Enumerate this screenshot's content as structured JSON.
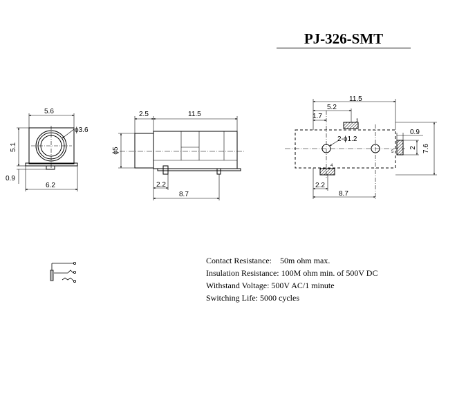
{
  "title": "PJ-326-SMT",
  "front_view": {
    "width_top": "5.6",
    "hole": "ϕ3.6",
    "height": "5.1",
    "foot": "0.9",
    "width_bottom": "6.2"
  },
  "side_view": {
    "front_len": "2.5",
    "body_len": "11.5",
    "diameter": "ϕ5",
    "pin_offset": "2.2",
    "pin_pitch": "8.7"
  },
  "footprint": {
    "total_len": "11.5",
    "hole_to_pin": "5.2",
    "edge_to_hole": "1.7",
    "holes": "2-ϕ1.2",
    "pad_w": "0.9",
    "pad_h": "2",
    "total_h": "7.6",
    "pad_offset": "2.2",
    "pin_pitch": "8.7",
    "pin_labels": [
      "3",
      "5",
      "4"
    ]
  },
  "specs": [
    {
      "label": "Contact Resistance:",
      "value": "50m ohm max."
    },
    {
      "label": "Insulation Resistance:",
      "value": "100M ohm min. of 500V DC"
    },
    {
      "label": "Withstand Voltage:",
      "value": "500V AC/1 minute"
    },
    {
      "label": "Switching Life:",
      "value": "5000 cycles"
    }
  ]
}
